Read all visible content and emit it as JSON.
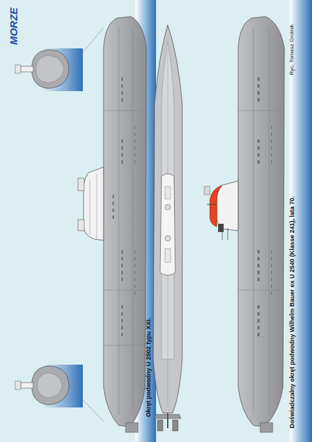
{
  "diagram": {
    "labels": [
      "MORZE",
      "Ryc. Tomasz Grotnik",
      "Okręt podwodny U 2502 typu XXI.",
      "Doświadczalny okręt podwodny Wilhelm Bauer ex U 2540 (Klasse 241), lata 70."
    ]
  }
}
